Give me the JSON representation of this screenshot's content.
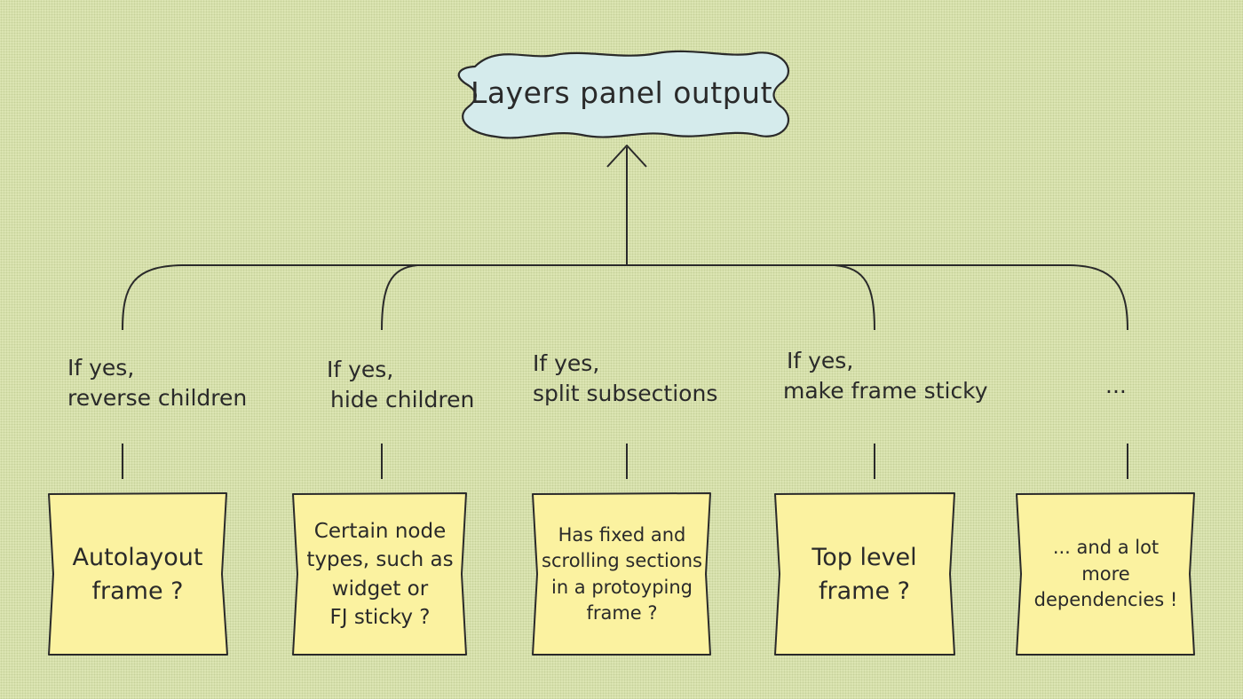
{
  "root": {
    "label": "Layers panel output"
  },
  "branches": [
    {
      "action": [
        "If yes,",
        "reverse children"
      ],
      "condition": [
        "Autolayout",
        "frame ?"
      ]
    },
    {
      "action": [
        "If yes,",
        "hide children"
      ],
      "condition": [
        "Certain node",
        "types, such as",
        "widget or",
        "FJ sticky ?"
      ]
    },
    {
      "action": [
        "If yes,",
        "split subsections"
      ],
      "condition": [
        "Has fixed and",
        "scrolling sections",
        "in a protoyping",
        "frame ?"
      ]
    },
    {
      "action": [
        "If yes,",
        "make frame sticky"
      ],
      "condition": [
        "Top level",
        "frame ?"
      ]
    },
    {
      "action": [
        "..."
      ],
      "condition": [
        "... and a lot",
        "more",
        "dependencies !"
      ]
    }
  ],
  "colors": {
    "background": "#dde6b4",
    "cloud_fill": "#d5ebec",
    "note_fill": "#fbf2a0",
    "ink": "#2a2a2a"
  }
}
